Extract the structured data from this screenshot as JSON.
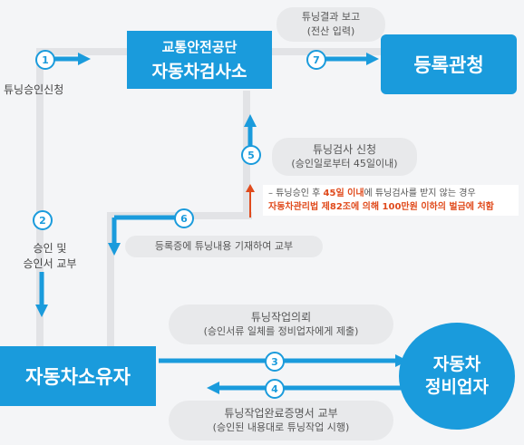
{
  "boxes": {
    "kotsa_line1": "교통안전공단",
    "kotsa_line2": "자동차검사소",
    "registration": "등록관청",
    "owner": "자동차소유자",
    "repair_line1": "자동차",
    "repair_line2": "정비업자"
  },
  "steps": {
    "s1": "1",
    "s2": "2",
    "s3": "3",
    "s4": "4",
    "s5": "5",
    "s6": "6",
    "s7": "7"
  },
  "labels": {
    "step1": "튜닝승인신청",
    "step2_line1": "승인 및",
    "step2_line2": "승인서 교부",
    "step7_line1": "튜닝결과 보고",
    "step7_line2": "(전산 입력)",
    "step5_line1": "튜닝검사 신청",
    "step5_line2": "(승인일로부터 45일이내)",
    "step6": "등록증에 튜닝내용 기재하여 교부",
    "step3_line1": "튜닝작업의뢰",
    "step3_line2": "(승인서류 일체를 정비업자에게 제출)",
    "step4_line1": "튜닝작업완료증명서 교부",
    "step4_line2": "(승인된 내용대로 튜닝작업 시행)"
  },
  "note": {
    "line1_a": "– 튜닝승인 후 ",
    "line1_b": "45일 이내",
    "line1_c": "에 튜닝검사를 받지 않는 경우",
    "line2": "자동차관리법 제82조에 의해 100만원 이하의 벌금에 처함"
  },
  "colors": {
    "primary": "#1a9bdc",
    "warning": "#e04b1d",
    "connector": "#e2e3e6"
  }
}
